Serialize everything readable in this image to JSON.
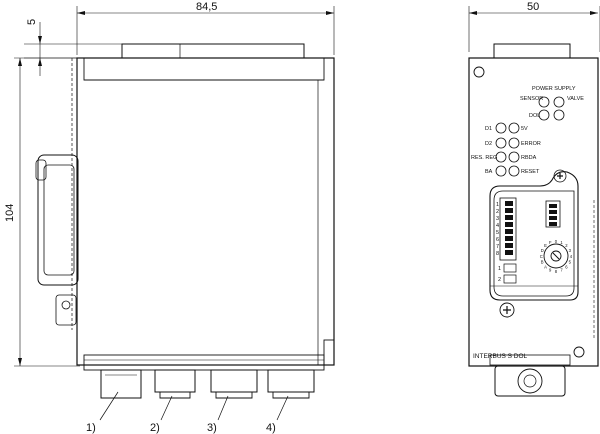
{
  "dimensions": {
    "width_side": "84,5",
    "width_front": "50",
    "height": "104",
    "offset_top": "5"
  },
  "callouts": [
    "1)",
    "2)",
    "3)",
    "4)"
  ],
  "front_panel": {
    "header_power_supply": "POWER SUPPLY",
    "sensor": "SENSOR",
    "valve": "VALVE",
    "dol": "DOL",
    "d1": "D1",
    "v5": "5V",
    "d2": "D2",
    "error": "ERROR",
    "res_reg": "RES. REG",
    "rbda": "RBDA",
    "ba": "BA",
    "reset": "RESET",
    "product_label": "INTERBUS S DOL",
    "dip_numbers": [
      "1",
      "2",
      "3",
      "4",
      "5",
      "6",
      "7",
      "8"
    ],
    "switch_numbers": [
      "1",
      "2"
    ],
    "rotary_digits": [
      "0",
      "1",
      "2",
      "3",
      "4",
      "5",
      "6",
      "7",
      "8",
      "9",
      "A",
      "B",
      "C",
      "D",
      "E",
      "F"
    ]
  }
}
